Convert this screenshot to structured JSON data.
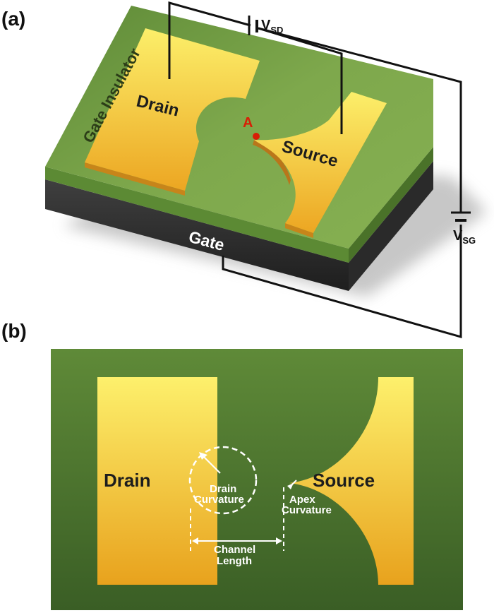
{
  "panel_a": {
    "label": "(a)",
    "gate_insulator": "Gate Insulator",
    "gate": "Gate",
    "drain": "Drain",
    "source": "Source",
    "point": "A",
    "vsd_main": "V",
    "vsd_sub": "SD",
    "vsg_main": "V",
    "vsg_sub": "SG"
  },
  "panel_b": {
    "label": "(b)",
    "drain": "Drain",
    "source": "Source",
    "drain_curvature_line1": "Drain",
    "drain_curvature_line2": "Curvature",
    "apex_curvature_line1": "Apex",
    "apex_curvature_line2": "Curvature",
    "channel_length_line1": "Channel",
    "channel_length_line2": "Length"
  },
  "colors": {
    "green_light": "#7ea84c",
    "green_dark": "#3d6227",
    "gold_light": "#fcef6a",
    "gold_dark": "#e8a21d",
    "point_red": "#d81e05"
  }
}
